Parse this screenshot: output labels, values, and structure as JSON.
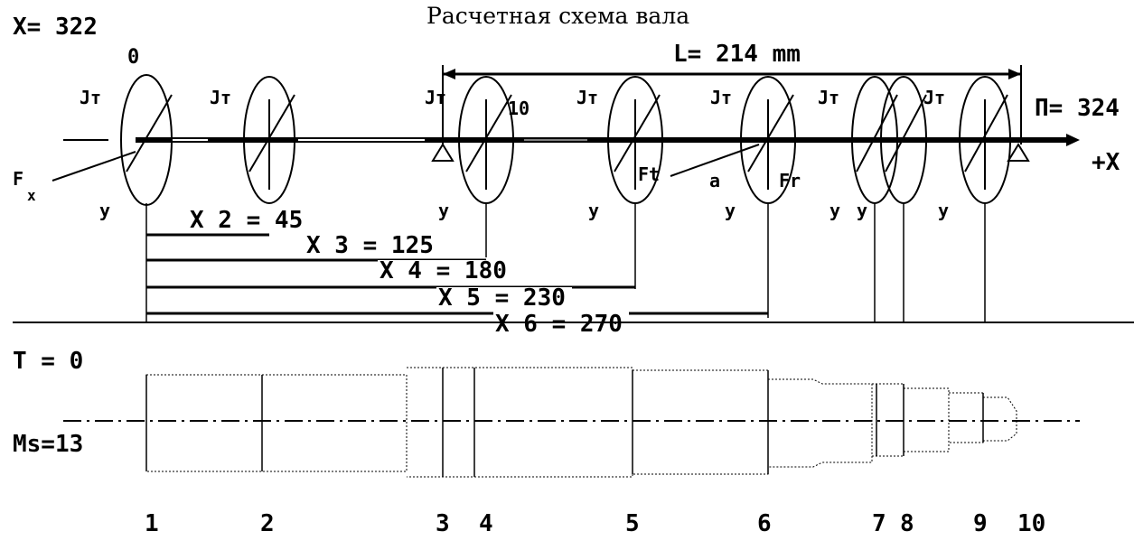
{
  "title": "Расчетная схема вала",
  "x_readout": "X= 322",
  "p_readout": "П= 324",
  "length_label": "L= 214 mm",
  "t_readout": "T = 0",
  "ms_readout": "Ms=13",
  "axis_label": "+X",
  "origin_label": "0",
  "marker_10": "10",
  "force_labels": {
    "jt": "Jт",
    "y": "y",
    "ft": "Ft",
    "fr": "Fr",
    "a": "a",
    "fx": "F",
    "fx_sub": "x"
  },
  "dimensions": [
    "X 2 = 45",
    "X 3 = 125",
    "X 4 = 180",
    "X 5 = 230",
    "X 6 = 270"
  ],
  "section_numbers": [
    "1",
    "2",
    "3",
    "4",
    "5",
    "6",
    "7",
    "8",
    "9",
    "10"
  ]
}
